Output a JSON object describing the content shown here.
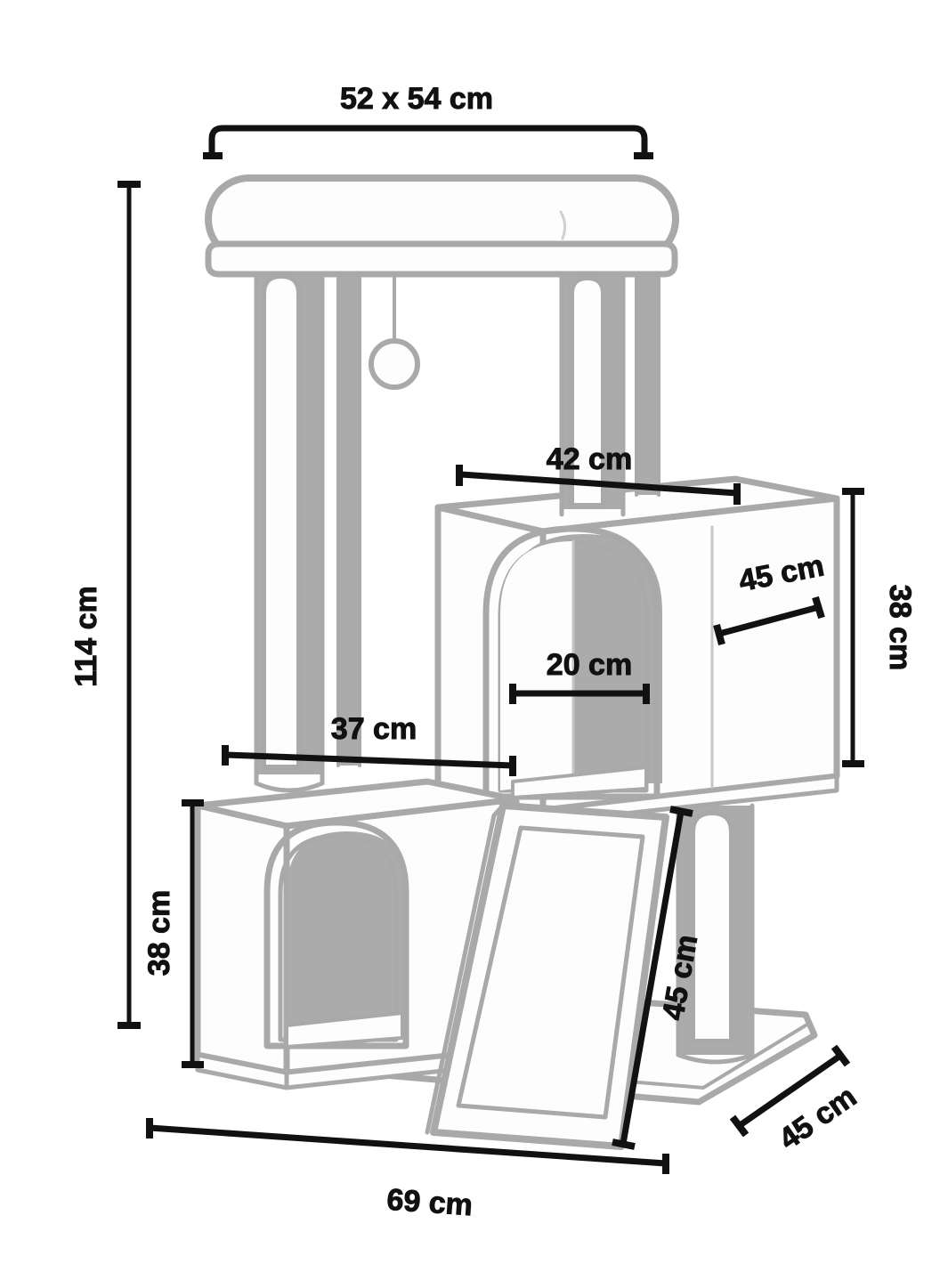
{
  "drawing": {
    "subject": "cat-tree-tower",
    "units": "cm",
    "colors": {
      "outline": "#a9a9a9",
      "shading": "#ababab",
      "dimension_line": "#111111",
      "background": "#ffffff",
      "fill": "#fdfdfd"
    }
  },
  "dimensions": {
    "top_platform": {
      "label": "52 x 54 cm",
      "name": "top-platform-size"
    },
    "total_height": {
      "label": "114 cm",
      "name": "total-height"
    },
    "upper_condo_width": {
      "label": "42 cm",
      "name": "upper-condo-width"
    },
    "upper_condo_depth": {
      "label": "45 cm",
      "name": "upper-condo-depth"
    },
    "upper_condo_height": {
      "label": "38 cm",
      "name": "upper-condo-height"
    },
    "upper_condo_opening": {
      "label": "20 cm",
      "name": "upper-condo-opening-width"
    },
    "lower_condo_width": {
      "label": "37 cm",
      "name": "lower-condo-width"
    },
    "lower_condo_height": {
      "label": "38 cm",
      "name": "lower-condo-height"
    },
    "ramp_length": {
      "label": "45 cm",
      "name": "ramp-length"
    },
    "base_depth": {
      "label": "45 cm",
      "name": "base-depth"
    },
    "base_width": {
      "label": "69 cm",
      "name": "base-width"
    }
  },
  "parts": {
    "top_bed": "top-cushion-bed",
    "dangling_toy": "hanging-ring-toy",
    "posts": "scratching-posts",
    "upper_condo": "upper-condo-box",
    "lower_condo": "lower-condo-box",
    "ramp": "climbing-ramp",
    "base": "base-platform"
  }
}
